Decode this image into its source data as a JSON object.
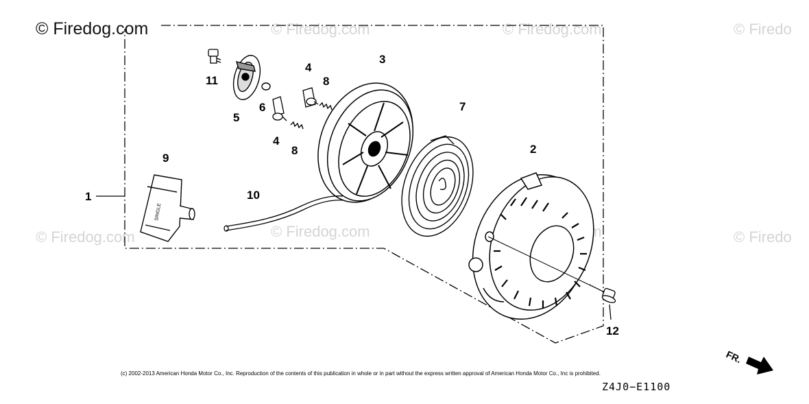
{
  "watermarks": {
    "main": "© Firedog.com",
    "faint": "© Firedog.com",
    "faint_partial": "© Firedo"
  },
  "callouts": {
    "c1": "1",
    "c2": "2",
    "c3": "3",
    "c4a": "4",
    "c4b": "4",
    "c5": "5",
    "c6": "6",
    "c7": "7",
    "c8a": "8",
    "c8b": "8",
    "c9": "9",
    "c10": "10",
    "c11": "11",
    "c12": "12"
  },
  "direction_label": "FR.",
  "copyright": "(c) 2002-2013 American Honda Motor Co., Inc. Reproduction of the contents of this publication in whole or in part without the express written approval of American Honda Motor Co., Inc is prohibited.",
  "drawing_code": "Z4J0−E1100",
  "colors": {
    "line": "#000000",
    "watermark": "#d4d4d4",
    "background": "#ffffff"
  },
  "icons": {
    "direction": "arrow-right-icon"
  }
}
